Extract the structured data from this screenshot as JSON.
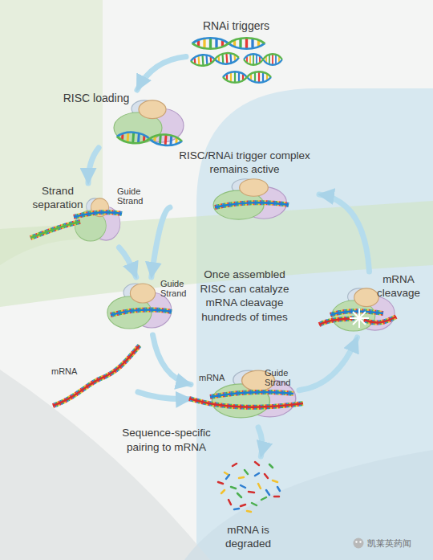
{
  "diagram": {
    "nodes": [
      {
        "text": [
          "RNAi triggers"
        ]
      },
      {
        "text": [
          "RISC loading"
        ]
      },
      {
        "text": [
          "Strand separation",
          "Guide Strand"
        ]
      },
      {
        "text": [
          "Guide Strand"
        ]
      },
      {
        "text": [
          "mRNA"
        ]
      },
      {
        "text": [
          "mRNA",
          "Guide Strand"
        ]
      },
      {
        "text": [
          "mRNA cleavage"
        ]
      },
      {
        "text": [
          "RISC/RNAi trigger complex remains active"
        ]
      },
      {
        "text": [
          "mRNA is degraded"
        ]
      }
    ],
    "edges": [
      {
        "from": 0,
        "to": 1,
        "arrow": "to"
      },
      {
        "from": 1,
        "to": 2,
        "arrow": "to"
      },
      {
        "from": 2,
        "to": 3,
        "arrow": "to"
      },
      {
        "from": 3,
        "to": 5,
        "arrow": "to"
      },
      {
        "from": 4,
        "to": 5,
        "arrow": "to"
      },
      {
        "from": 5,
        "to": 6,
        "arrow": "to"
      },
      {
        "from": 6,
        "to": 7,
        "arrow": "to"
      },
      {
        "from": 7,
        "to": 3,
        "arrow": "to"
      },
      {
        "from": 5,
        "to": 8,
        "arrow": "to"
      }
    ],
    "labels": [
      "Once assembled RISC can catalyze mRNA cleavage hundreds of times",
      "Sequence-specific pairing to mRNA",
      "凯莱英药闻"
    ]
  }
}
